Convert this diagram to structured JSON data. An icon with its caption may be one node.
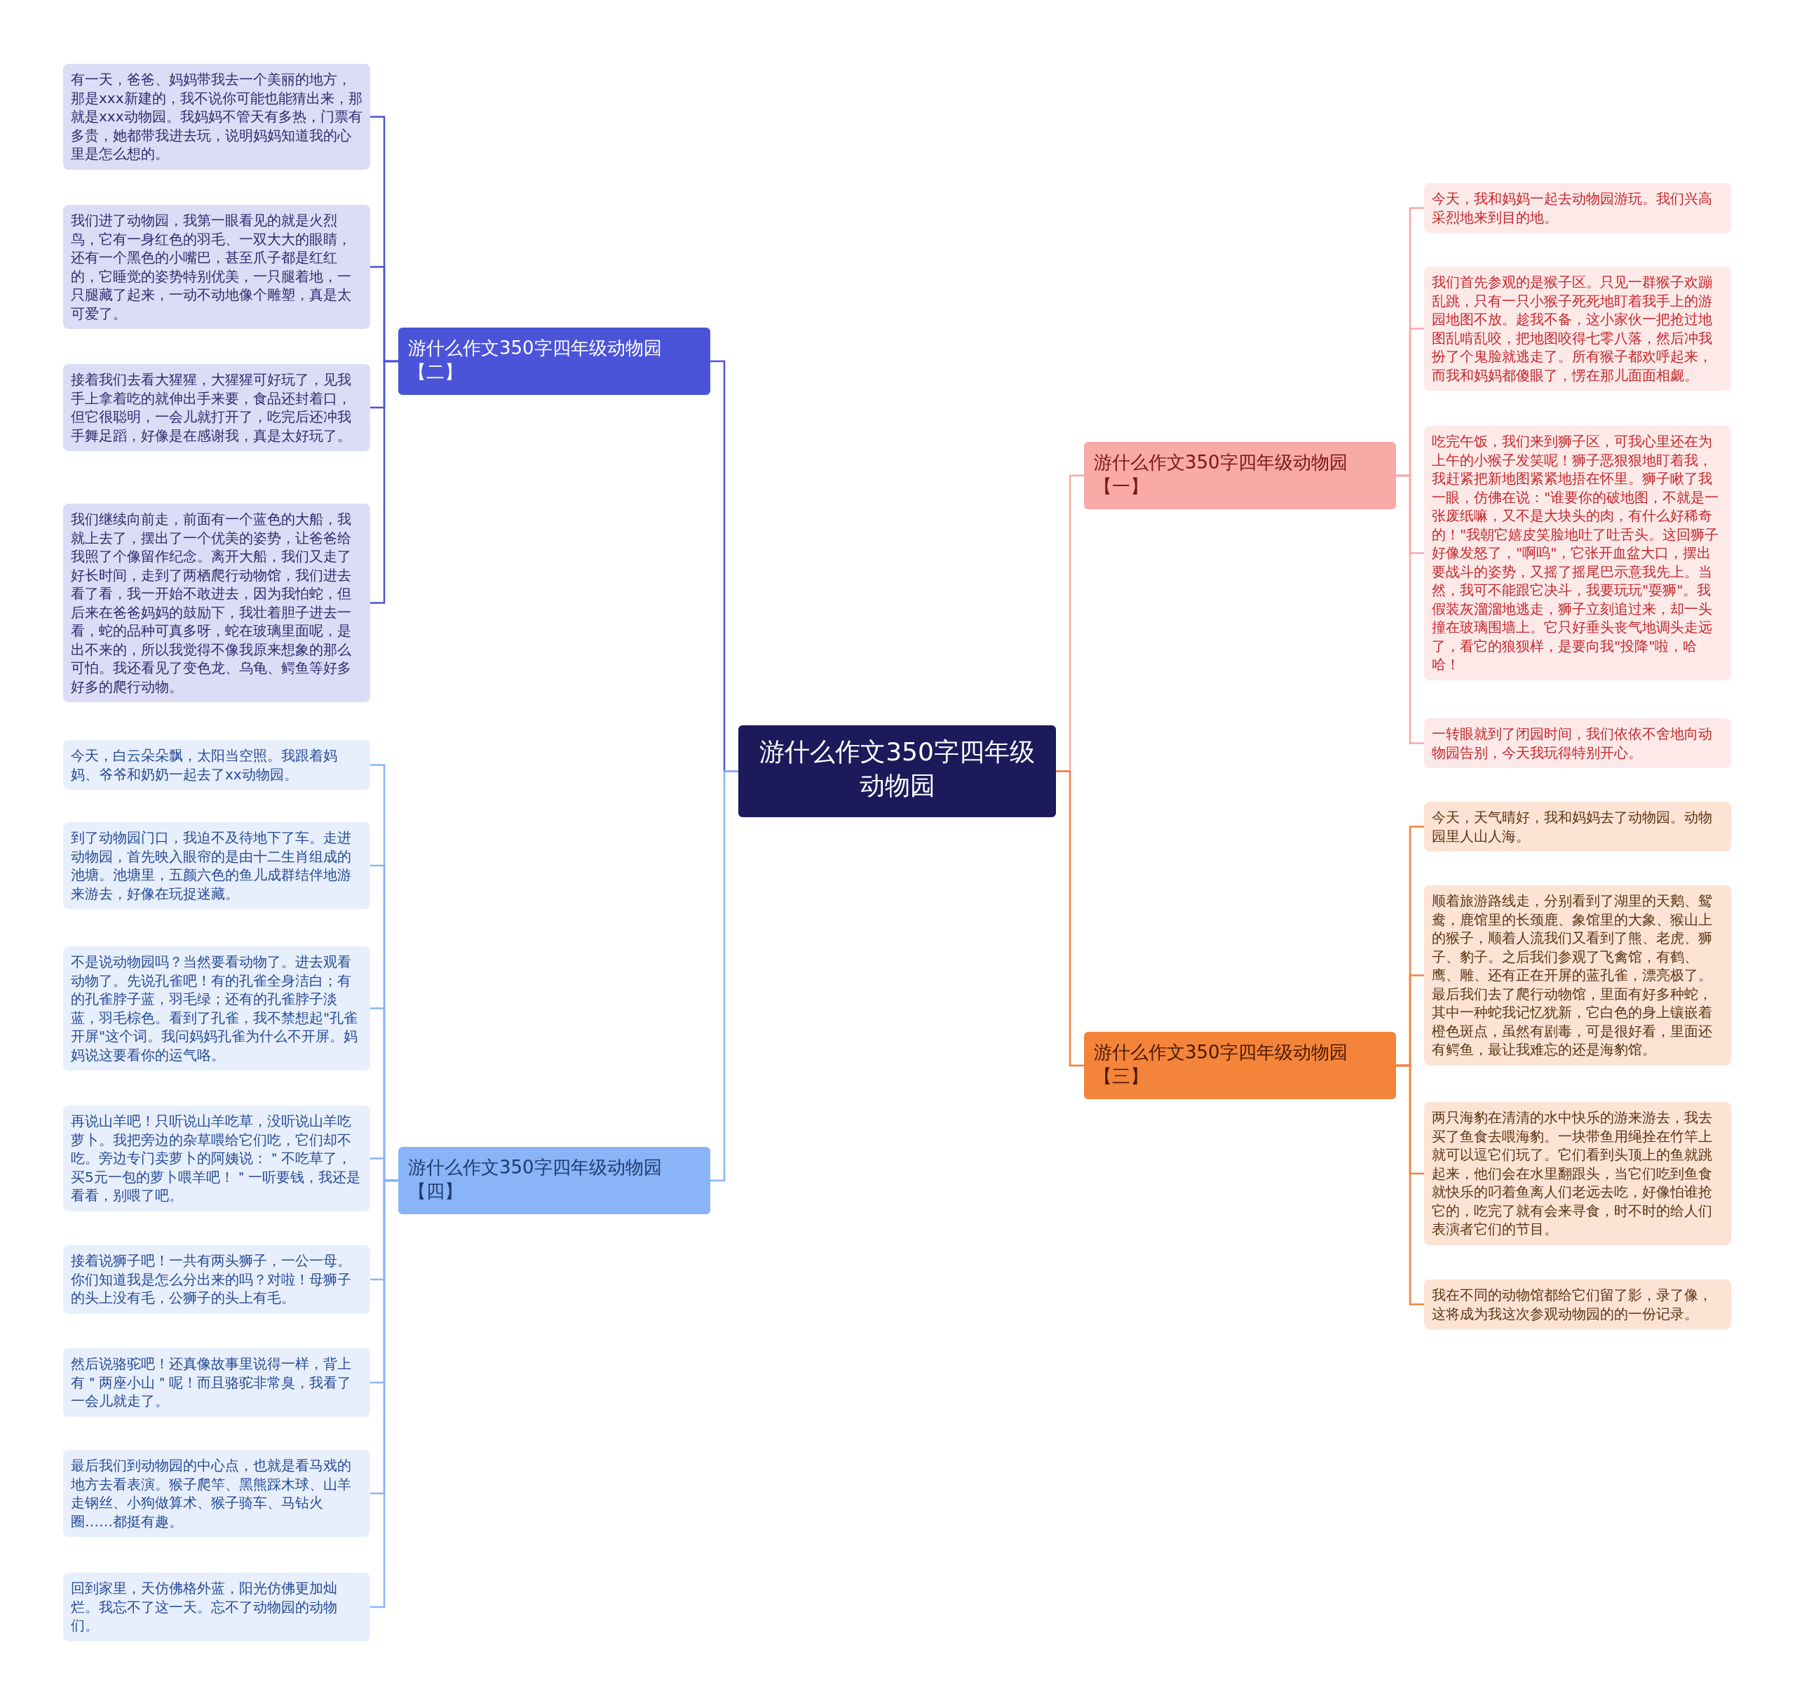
{
  "diagram": {
    "nodes": [
      {
        "text": [
          "游什么作文350字四年级动物园"
        ]
      },
      {
        "text": [
          "游什么作文350字四年级动物园【二】"
        ]
      },
      {
        "text": [
          "有一天，爸爸、妈妈带我去一个美丽的地方，那是xxx新建的，我不说你可能也能猜出来，那就是xxx动物园。我妈妈不管天有多热，门票有多贵，她都带我进去玩，说明妈妈知道我的心里是怎么想的。"
        ]
      },
      {
        "text": [
          "我们进了动物园，我第一眼看见的就是火烈鸟，它有一身红色的羽毛、一双大大的眼睛，还有一个黑色的小嘴巴，甚至爪子都是红红的，它睡觉的姿势特别优美，一只腿着地，一只腿藏了起来，一动不动地像个雕塑，真是太可爱了。"
        ]
      },
      {
        "text": [
          "接着我们去看大猩猩，大猩猩可好玩了，见我手上拿着吃的就伸出手来要，食品还封着口，但它很聪明，一会儿就打开了，吃完后还冲我手舞足蹈，好像是在感谢我，真是太好玩了。"
        ]
      },
      {
        "text": [
          "我们继续向前走，前面有一个蓝色的大船，我就上去了，摆出了一个优美的姿势，让爸爸给我照了个像留作纪念。离开大船，我们又走了好长时间，走到了两栖爬行动物馆，我们进去看了看，我一开始不敢进去，因为我怕蛇，但后来在爸爸妈妈的鼓励下，我壮着胆子进去一看，蛇的品种可真多呀，蛇在玻璃里面呢，是出不来的，所以我觉得不像我原来想象的那么可怕。我还看见了变色龙、乌龟、鳄鱼等好多好多的爬行动物。"
        ]
      },
      {
        "text": [
          "游什么作文350字四年级动物园【四】"
        ]
      },
      {
        "text": [
          "今天，白云朵朵飘，太阳当空照。我跟着妈妈、爷爷和奶奶一起去了xx动物园。"
        ]
      },
      {
        "text": [
          "到了动物园门口，我迫不及待地下了车。走进动物园，首先映入眼帘的是由十二生肖组成的池塘。池塘里，五颜六色的鱼儿成群结伴地游来游去，好像在玩捉迷藏。"
        ]
      },
      {
        "text": [
          "不是说动物园吗？当然要看动物了。进去观看动物了。先说孔雀吧！有的孔雀全身洁白；有的孔雀脖子蓝，羽毛绿；还有的孔雀脖子淡蓝，羽毛棕色。看到了孔雀，我不禁想起\"孔雀开屏\"这个词。我问妈妈孔雀为什么不开屏。妈妈说这要看你的运气咯。"
        ]
      },
      {
        "text": [
          "再说山羊吧！只听说山羊吃草，没听说山羊吃萝卜。我把旁边的杂草喂给它们吃，它们却不吃。旁边专门卖萝卜的阿姨说：＂不吃草了，买5元一包的萝卜喂羊吧！＂一听要钱，我还是看看，别喂了吧。"
        ]
      },
      {
        "text": [
          "接着说狮子吧！一共有两头狮子，一公一母。你们知道我是怎么分出来的吗？对啦！母狮子的头上没有毛，公狮子的头上有毛。"
        ]
      },
      {
        "text": [
          "然后说骆驼吧！还真像故事里说得一样，背上有＂两座小山＂呢！而且骆驼非常臭，我看了一会儿就走了。"
        ]
      },
      {
        "text": [
          "最后我们到动物园的中心点，也就是看马戏的地方去看表演。猴子爬竿、黑熊踩木球、山羊走钢丝、小狗做算术、猴子骑车、马钻火圈……都挺有趣。"
        ]
      },
      {
        "text": [
          "回到家里，天仿佛格外蓝，阳光仿佛更加灿烂。我忘不了这一天。忘不了动物园的动物们。"
        ]
      },
      {
        "text": [
          "游什么作文350字四年级动物园【一】"
        ]
      },
      {
        "text": [
          "今天，我和妈妈一起去动物园游玩。我们兴高采烈地来到目的地。"
        ]
      },
      {
        "text": [
          "我们首先参观的是猴子区。只见一群猴子欢蹦乱跳，只有一只小猴子死死地盯着我手上的游园地图不放。趁我不备，这小家伙一把抢过地图乱啃乱咬，把地图咬得七零八落，然后冲我扮了个鬼脸就逃走了。所有猴子都欢呼起来，而我和妈妈都傻眼了，愣在那儿面面相觑。"
        ]
      },
      {
        "text": [
          "吃完午饭，我们来到狮子区，可我心里还在为上午的小猴子发笑呢！狮子恶狠狠地盯着我，我赶紧把新地图紧紧地捂在怀里。狮子瞅了我一眼，仿佛在说：\"谁要你的破地图，不就是一张废纸嘛，又不是大块头的肉，有什么好稀奇的！\"我朝它嬉皮笑脸地吐了吐舌头。这回狮子好像发怒了，\"啊呜\"，它张开血盆大口，摆出要战斗的姿势，又摇了摇尾巴示意我先上。当然，我可不能跟它决斗，我要玩玩\"耍狮\"。我假装灰溜溜地逃走，狮子立刻追过来，却一头撞在玻璃围墙上。它只好垂头丧气地调头走远了，看它的狼狈样，是要向我\"投降\"啦，哈哈！"
        ]
      },
      {
        "text": [
          "一转眼就到了闭园时间，我们依依不舍地向动物园告别，今天我玩得特别开心。"
        ]
      },
      {
        "text": [
          "游什么作文350字四年级动物园【三】"
        ]
      },
      {
        "text": [
          "今天，天气晴好，我和妈妈去了动物园。动物园里人山人海。"
        ]
      },
      {
        "text": [
          "顺着旅游路线走，分别看到了湖里的天鹅、鸳鸯，鹿馆里的长颈鹿、象馆里的大象、猴山上的猴子，顺着人流我们又看到了熊、老虎、狮子、豹子。之后我们参观了飞禽馆，有鹤、鹰、雕、还有正在开屏的蓝孔雀，漂亮极了。最后我们去了爬行动物馆，里面有好多种蛇，其中一种蛇我记忆犹新，它白色的身上镶嵌着橙色斑点，虽然有剧毒，可是很好看，里面还有鳄鱼，最让我难忘的还是海豹馆。"
        ]
      },
      {
        "text": [
          "两只海豹在清清的水中快乐的游来游去，我去买了鱼食去喂海豹。一块带鱼用绳拴在竹竿上就可以逗它们玩了。它们看到头顶上的鱼就跳起来，他们会在水里翻跟头，当它们吃到鱼食就快乐的叼着鱼离人们老远去吃，好像怕谁抢它的，吃完了就有会来寻食，时不时的给人们表演者它们的节目。"
        ]
      },
      {
        "text": [
          "我在不同的动物馆都给它们留了影，录了像，这将成为我这次参观动物园的的一份记录。"
        ]
      }
    ],
    "edges": [
      {
        "from": 0,
        "to": 1,
        "arrow": "none",
        "color": "#4b54d8"
      },
      {
        "from": 1,
        "to": 2,
        "arrow": "none",
        "color": "#4b54d8"
      },
      {
        "from": 1,
        "to": 3,
        "arrow": "none",
        "color": "#4b54d8"
      },
      {
        "from": 1,
        "to": 4,
        "arrow": "none",
        "color": "#4b54d8"
      },
      {
        "from": 1,
        "to": 5,
        "arrow": "none",
        "color": "#4b54d8"
      },
      {
        "from": 0,
        "to": 6,
        "arrow": "none",
        "color": "#8ab4f8"
      },
      {
        "from": 6,
        "to": 7,
        "arrow": "none",
        "color": "#8ab4f8"
      },
      {
        "from": 6,
        "to": 8,
        "arrow": "none",
        "color": "#8ab4f8"
      },
      {
        "from": 6,
        "to": 9,
        "arrow": "none",
        "color": "#8ab4f8"
      },
      {
        "from": 6,
        "to": 10,
        "arrow": "none",
        "color": "#8ab4f8"
      },
      {
        "from": 6,
        "to": 11,
        "arrow": "none",
        "color": "#8ab4f8"
      },
      {
        "from": 6,
        "to": 12,
        "arrow": "none",
        "color": "#8ab4f8"
      },
      {
        "from": 6,
        "to": 13,
        "arrow": "none",
        "color": "#8ab4f8"
      },
      {
        "from": 6,
        "to": 14,
        "arrow": "none",
        "color": "#8ab4f8"
      },
      {
        "from": 0,
        "to": 15,
        "arrow": "none",
        "color": "#f6a9a6"
      },
      {
        "from": 15,
        "to": 16,
        "arrow": "none",
        "color": "#f6a9a6"
      },
      {
        "from": 15,
        "to": 17,
        "arrow": "none",
        "color": "#f6a9a6"
      },
      {
        "from": 15,
        "to": 18,
        "arrow": "none",
        "color": "#f6a9a6"
      },
      {
        "from": 15,
        "to": 19,
        "arrow": "none",
        "color": "#f6a9a6"
      },
      {
        "from": 0,
        "to": 20,
        "arrow": "none",
        "color": "#f0813a"
      },
      {
        "from": 20,
        "to": 21,
        "arrow": "none",
        "color": "#f0813a"
      },
      {
        "from": 20,
        "to": 22,
        "arrow": "none",
        "color": "#f0813a"
      },
      {
        "from": 20,
        "to": 23,
        "arrow": "none",
        "color": "#f0813a"
      },
      {
        "from": 20,
        "to": 24,
        "arrow": "none",
        "color": "#f0813a"
      }
    ]
  }
}
